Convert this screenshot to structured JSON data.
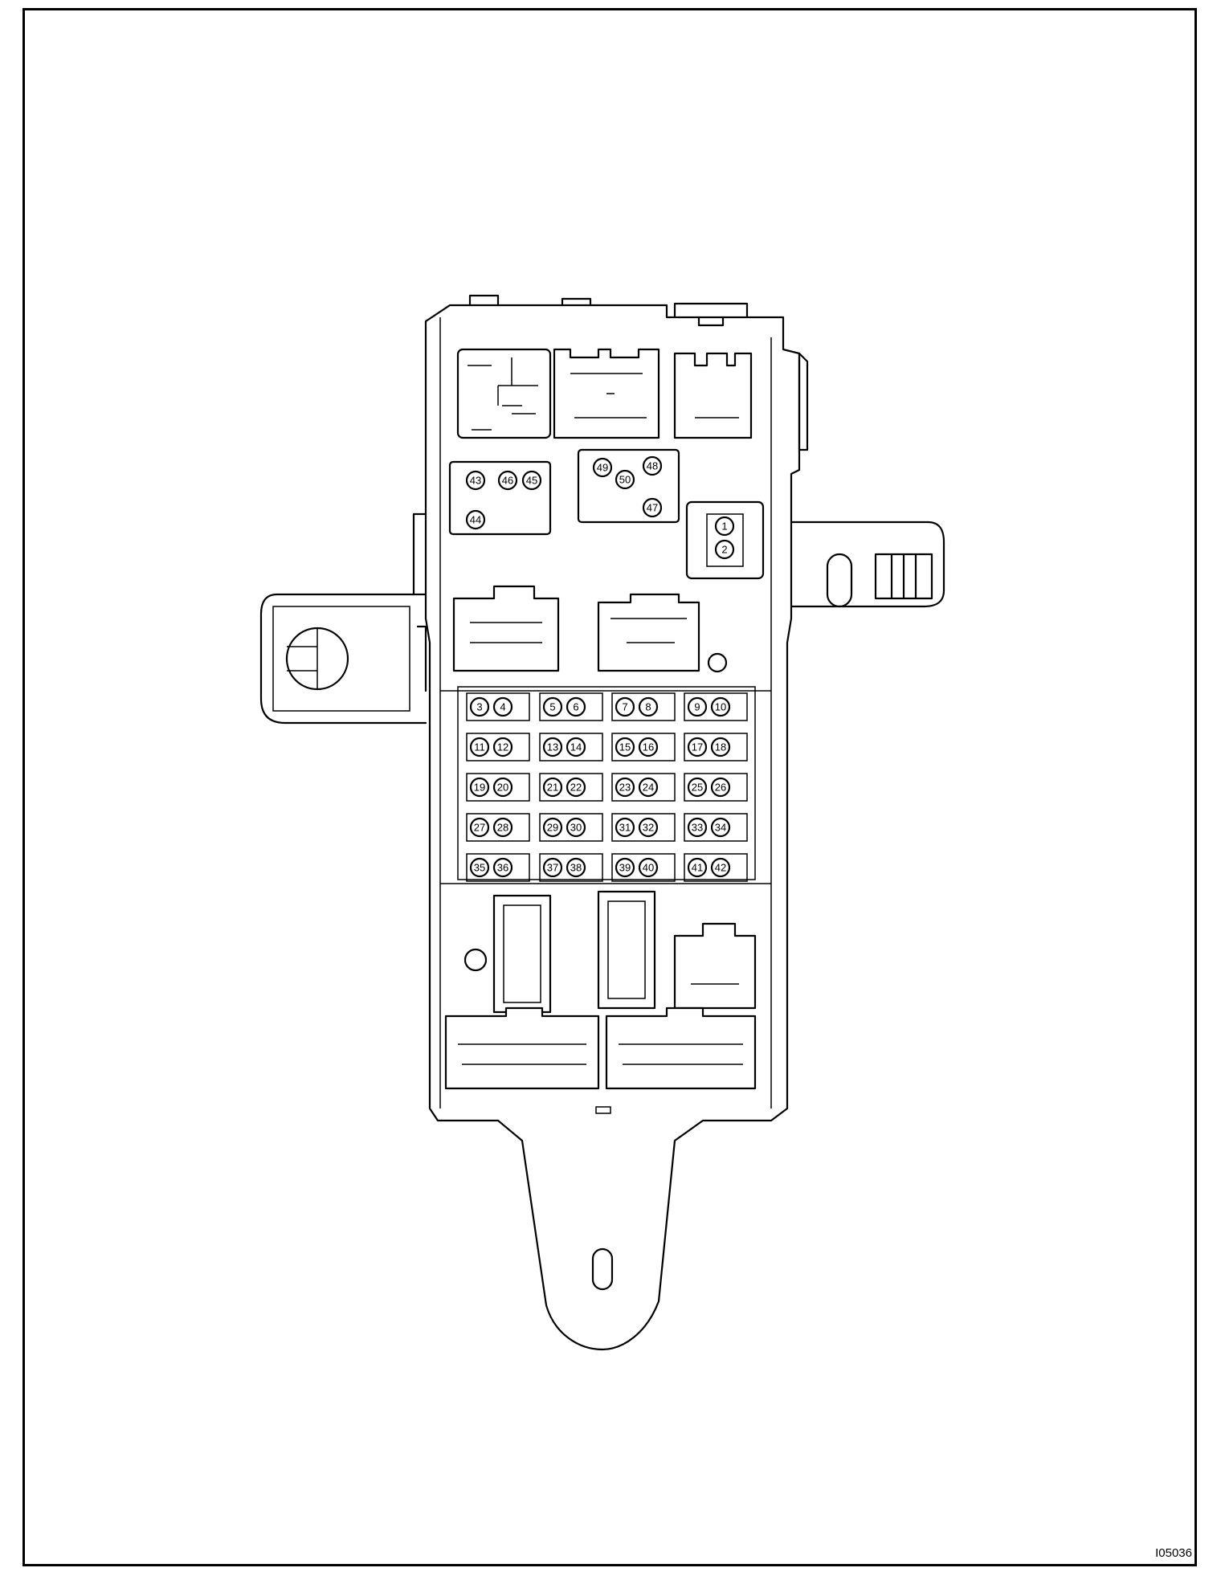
{
  "figure_id": "I05036",
  "terminal_numbers": {
    "top_pair": [
      "1",
      "2"
    ],
    "fuse_rows": [
      [
        "3",
        "4",
        "5",
        "6",
        "7",
        "8",
        "9",
        "10"
      ],
      [
        "11",
        "12",
        "13",
        "14",
        "15",
        "16",
        "17",
        "18"
      ],
      [
        "19",
        "20",
        "21",
        "22",
        "23",
        "24",
        "25",
        "26"
      ],
      [
        "27",
        "28",
        "29",
        "30",
        "31",
        "32",
        "33",
        "34"
      ],
      [
        "35",
        "36",
        "37",
        "38",
        "39",
        "40",
        "41",
        "42"
      ]
    ],
    "relay_left": [
      "43",
      "44",
      "45",
      "46"
    ],
    "relay_right": [
      "47",
      "48",
      "49",
      "50"
    ]
  },
  "colors": {
    "line": "#000000",
    "background": "#ffffff"
  }
}
